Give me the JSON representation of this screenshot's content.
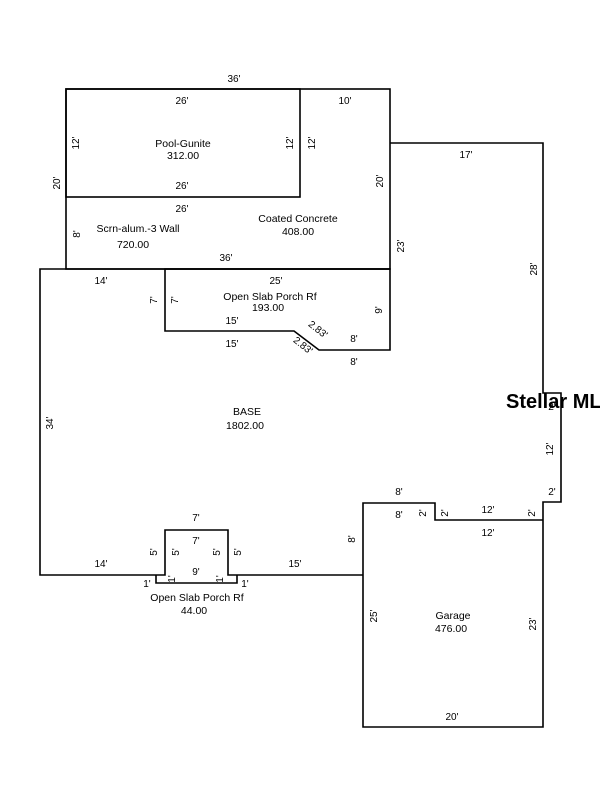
{
  "watermark": "Stellar MLS",
  "rooms": [
    {
      "id": "pool",
      "name": "Pool-Gunite",
      "area": "312.00"
    },
    {
      "id": "coated",
      "name": "Coated Concrete",
      "area": "408.00"
    },
    {
      "id": "scrn",
      "name": "Scrn-alum.-3 Wall",
      "area": "720.00"
    },
    {
      "id": "porch-top",
      "name": "Open Slab Porch Rf",
      "area": "193.00"
    },
    {
      "id": "base",
      "name": "BASE",
      "area": "1802.00"
    },
    {
      "id": "porch-bottom",
      "name": "Open Slab Porch Rf",
      "area": "44.00"
    },
    {
      "id": "garage",
      "name": "Garage",
      "area": "476.00"
    }
  ],
  "dimensions": [
    "36'",
    "26'",
    "10'",
    "12'",
    "12'",
    "12'",
    "20'",
    "26'",
    "20'",
    "26'",
    "8'",
    "36'",
    "23'",
    "17'",
    "28'",
    "14'",
    "25'",
    "7'",
    "7'",
    "9'",
    "15'",
    "2.83'",
    "8'",
    "15'",
    "2.83'",
    "8'",
    "34'",
    "2'",
    "12'",
    "2'",
    "8'",
    "8'",
    "2'",
    "2'",
    "12'",
    "2'",
    "12'",
    "8'",
    "7'",
    "7'",
    "5'",
    "5'",
    "5'",
    "5'",
    "9'",
    "1'",
    "1'",
    "1'",
    "1'",
    "14'",
    "15'",
    "25'",
    "23'",
    "20'"
  ]
}
